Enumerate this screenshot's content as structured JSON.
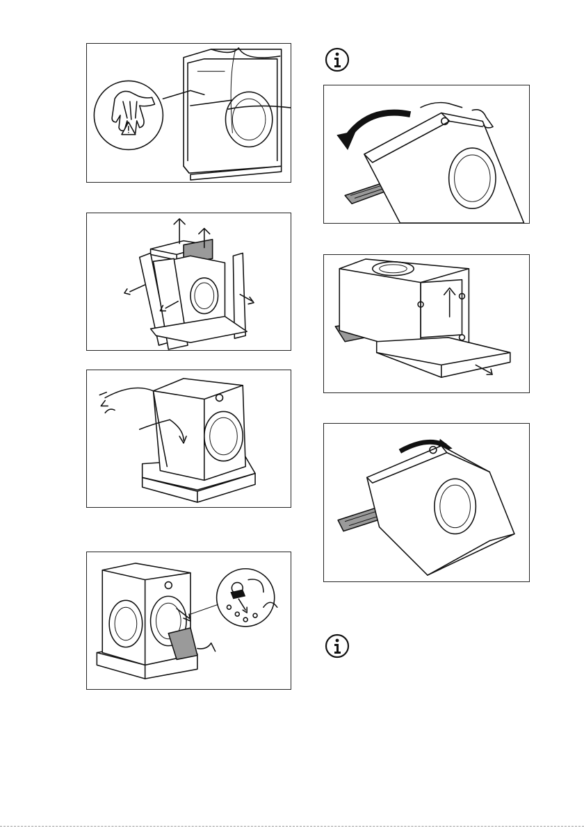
{
  "page": {
    "figures": [
      {
        "id": "fig-1",
        "label": "remove-packaging-with-gloves"
      },
      {
        "id": "fig-2",
        "label": "remove-polystyrene-corners"
      },
      {
        "id": "fig-3",
        "label": "remove-plastic-bag"
      },
      {
        "id": "fig-4",
        "label": "remove-hose-holder-from-drum"
      },
      {
        "id": "fig-5",
        "label": "tilt-machine-backwards"
      },
      {
        "id": "fig-6",
        "label": "remove-polystyrene-base"
      },
      {
        "id": "fig-7",
        "label": "put-machine-upright"
      }
    ],
    "icons": [
      "warning-gloves-icon",
      "info-icon",
      "info-icon"
    ],
    "colors": {
      "line": "#111111",
      "fill_grey": "#9a9a9a",
      "background": "#ffffff"
    }
  }
}
